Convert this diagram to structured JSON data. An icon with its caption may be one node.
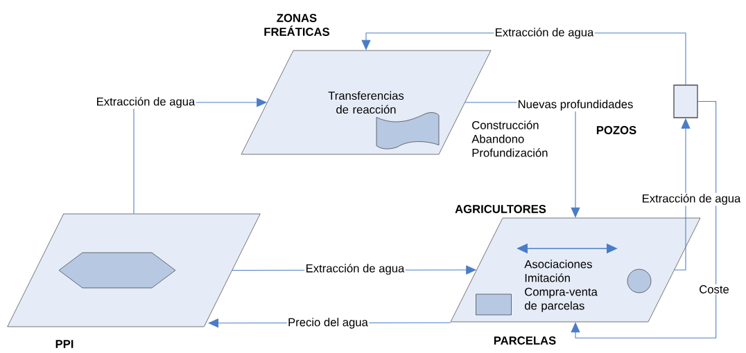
{
  "diagram": {
    "nodes": [
      {
        "text": [
          "ZONAS FREÁTICAS",
          "Transferencias de reacción"
        ]
      },
      {
        "text": [],
        "shape": "flag",
        "in": 0
      },
      {
        "text": [
          "PPI"
        ]
      },
      {
        "text": [],
        "shape": "hexagon",
        "in": 2
      },
      {
        "text": [
          "AGRICULTORES",
          "Asociaciones Imitación Compra-venta de parcelas"
        ],
        "beside": [
          "PARCELAS"
        ]
      },
      {
        "text": [],
        "shape": "box",
        "in": 4
      },
      {
        "text": [],
        "shape": "circle",
        "in": 4
      },
      {
        "text": [],
        "shape": "box",
        "beside": [
          "POZOS"
        ]
      }
    ],
    "edges": [
      {
        "from": 2,
        "to": 0,
        "arrow": "to",
        "label": "Extracción de agua"
      },
      {
        "from": 7,
        "to": 0,
        "arrow": "to",
        "label": "Extracción de agua"
      },
      {
        "from": 0,
        "to": 4,
        "arrow": "to",
        "label": "Nuevas profundidades"
      },
      {
        "from": 2,
        "to": 4,
        "arrow": "to",
        "label": "Extracción de agua"
      },
      {
        "from": 4,
        "to": 2,
        "arrow": "to",
        "label": "Precio del agua"
      },
      {
        "from": 4,
        "to": 7,
        "arrow": "to",
        "label": "Extracción de agua"
      },
      {
        "from": 7,
        "to": 4,
        "arrow": "to",
        "label": "Coste"
      }
    ],
    "labels": [
      "Construcción Abandono Profundización"
    ]
  }
}
